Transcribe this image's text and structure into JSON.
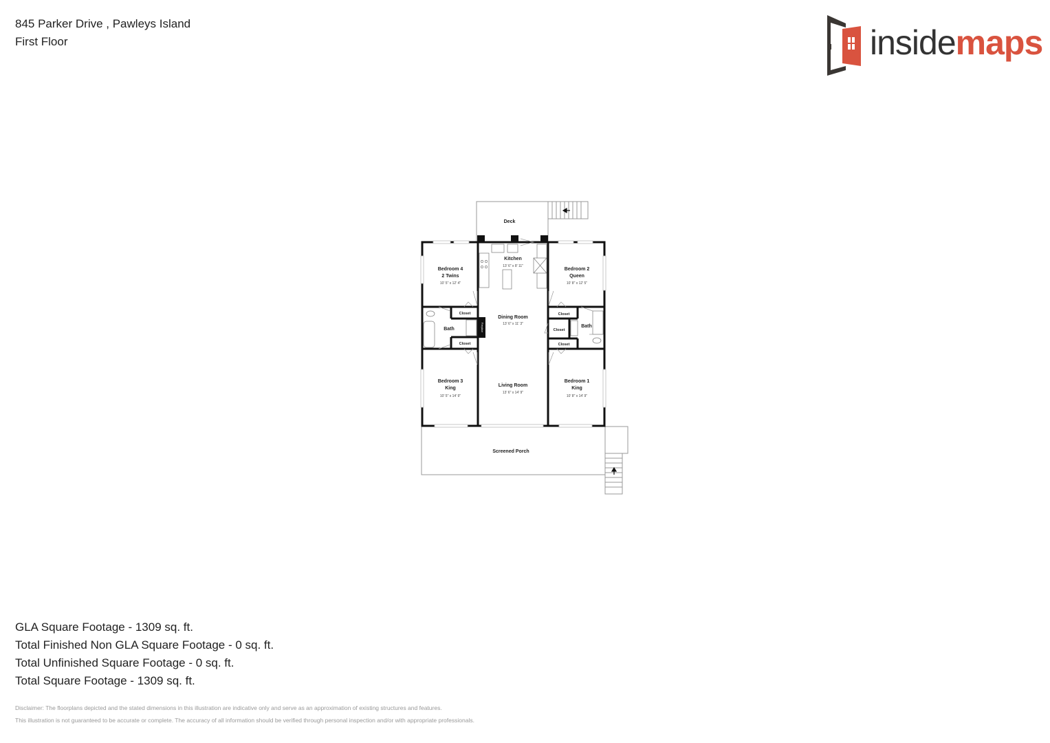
{
  "header": {
    "address": "845 Parker Drive , Pawleys Island",
    "floor": "First Floor"
  },
  "logo": {
    "text_dark": "inside",
    "text_accent": "maps",
    "accent_color": "#d9533f",
    "dark_color": "#333333"
  },
  "rooms": {
    "deck": {
      "name": "Deck"
    },
    "kitchen": {
      "name": "Kitchen",
      "dims": "13' 6\" x 8' 11\""
    },
    "dining": {
      "name": "Dining Room",
      "dims": "13' 6\" x 11' 3\""
    },
    "living": {
      "name": "Living Room",
      "dims": "13' 6\" x 14' 9\""
    },
    "bedroom4": {
      "name": "Bedroom 4",
      "sub": "2 Twins",
      "dims": "10' 5\" x 12' 4\""
    },
    "bedroom2": {
      "name": "Bedroom 2",
      "sub": "Queen",
      "dims": "10' 8\" x 12' 5\""
    },
    "bedroom3": {
      "name": "Bedroom 3",
      "sub": "King",
      "dims": "10' 5\" x 14' 9\""
    },
    "bedroom1": {
      "name": "Bedroom 1",
      "sub": "King",
      "dims": "10' 8\" x 14' 9\""
    },
    "bath_left": {
      "name": "Bath"
    },
    "bath_right": {
      "name": "Bath"
    },
    "closet": "Closet",
    "fireplace": "Fireplace",
    "porch": {
      "name": "Screened Porch"
    }
  },
  "stats": [
    "GLA Square Footage - 1309 sq. ft.",
    "Total Finished Non GLA Square Footage - 0 sq. ft.",
    "Total Unfinished Square Footage - 0 sq. ft.",
    "Total Square Footage - 1309 sq. ft."
  ],
  "disclaimer": [
    "Disclaimer: The floorplans depicted and the stated dimensions in this illustration are indicative only and serve as an approximation of existing structures and features.",
    "This illustration is not guaranteed to be accurate or complete. The accuracy of all information should be verified through personal inspection and/or with appropriate professionals."
  ]
}
